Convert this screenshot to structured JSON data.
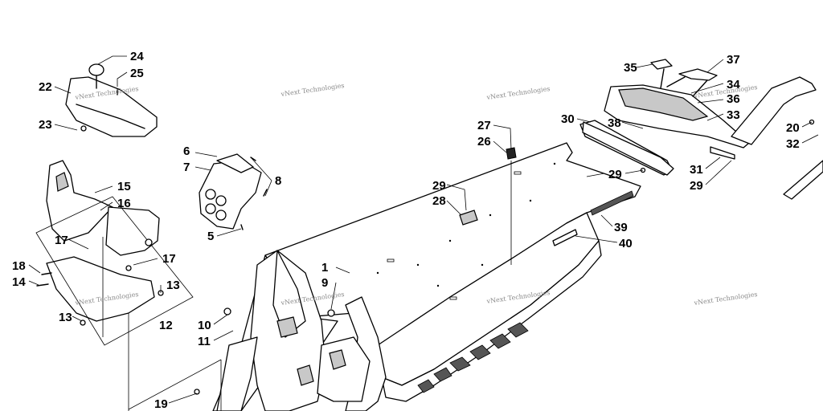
{
  "diagram": {
    "watermark": "vNext Technologies",
    "callouts": {
      "c1": "1",
      "c5": "5",
      "c6": "6",
      "c7": "7",
      "c8": "8",
      "c9": "9",
      "c10": "10",
      "c11": "11",
      "c12": "12",
      "c13a": "13",
      "c13b": "13",
      "c14": "14",
      "c15": "15",
      "c16": "16",
      "c17a": "17",
      "c17b": "17",
      "c18": "18",
      "c19": "19",
      "c20": "20",
      "c22": "22",
      "c23": "23",
      "c24": "24",
      "c25": "25",
      "c26": "26",
      "c27": "27",
      "c28": "28",
      "c29a": "29",
      "c29b": "29",
      "c29c": "29",
      "c30": "30",
      "c31": "31",
      "c32": "32",
      "c33": "33",
      "c34": "34",
      "c35": "35",
      "c36": "36",
      "c37": "37",
      "c38": "38",
      "c39": "39",
      "c40": "40"
    }
  }
}
